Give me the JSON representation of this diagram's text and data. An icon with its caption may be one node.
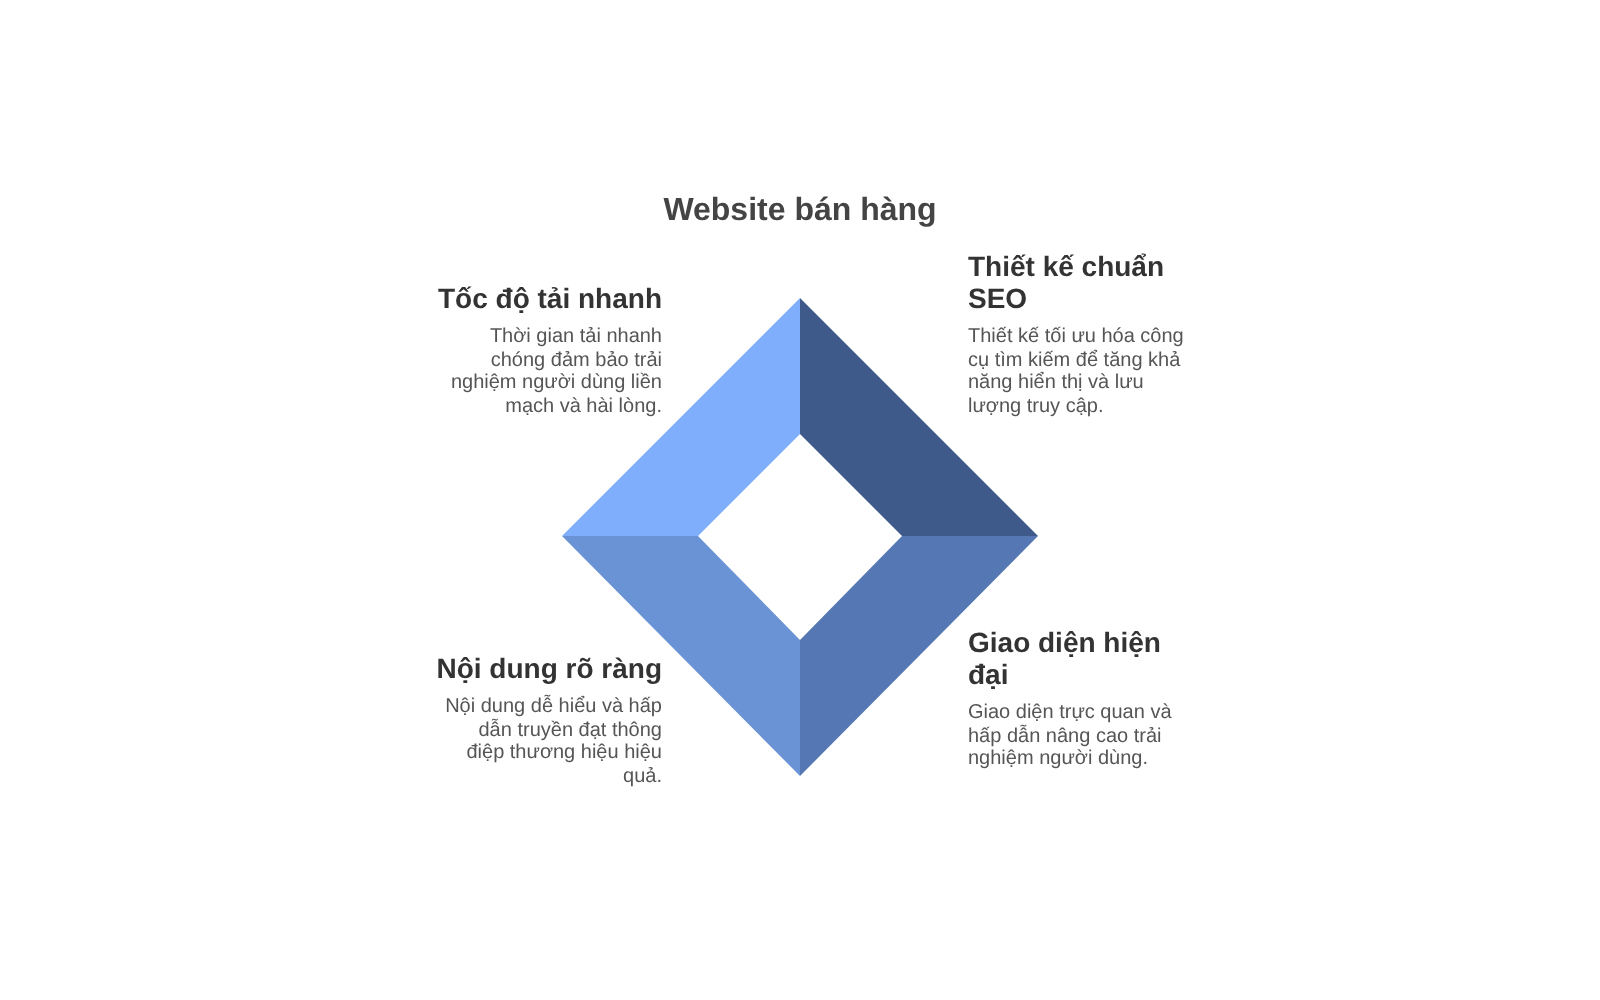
{
  "diagram": {
    "title": "Website bán hàng",
    "nodes": [
      {
        "text": [],
        "shape": "trapezoid",
        "beside": [
          "Tốc độ tải nhanh",
          "Thời gian tải nhanh chóng đảm bảo trải nghiệm người dùng liền mạch và hài lòng."
        ]
      },
      {
        "text": [],
        "shape": "trapezoid",
        "beside": [
          "Thiết kế chuẩn SEO",
          "Thiết kế tối ưu hóa công cụ tìm kiếm để tăng khả năng hiển thị và lưu lượng truy cập."
        ]
      },
      {
        "text": [],
        "shape": "trapezoid",
        "beside": [
          "Nội dung rõ ràng",
          "Nội dung dễ hiểu và hấp dẫn truyền đạt thông điệp thương hiệu hiệu quả."
        ]
      },
      {
        "text": [],
        "shape": "trapezoid",
        "beside": [
          "Giao diện hiện đại",
          "Giao diện trực quan và hấp dẫn nâng cao trải nghiệm người dùng."
        ]
      }
    ],
    "edges": []
  }
}
